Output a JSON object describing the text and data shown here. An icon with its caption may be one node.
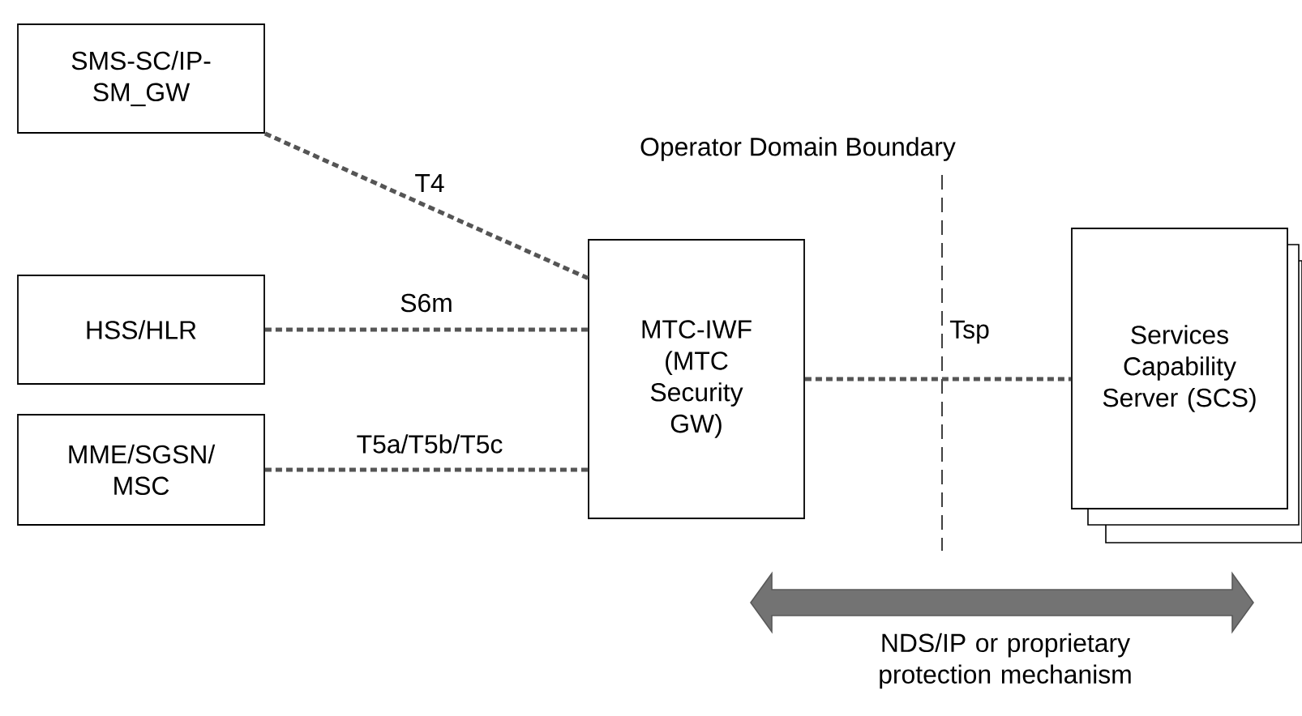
{
  "diagram": {
    "nodes": [
      {
        "text": [
          "SMS-SC/IP-SM_GW"
        ]
      },
      {
        "text": [
          "HSS/HLR"
        ]
      },
      {
        "text": [
          "MME/SGSN/ MSC"
        ]
      },
      {
        "text": [
          "MTC-IWF (MTC Security GW)"
        ]
      },
      {
        "text": [
          "Services Capability Server (SCS)"
        ]
      }
    ],
    "edges": [
      {
        "from": 0,
        "to": 3,
        "arrow": "none",
        "label": "T4"
      },
      {
        "from": 1,
        "to": 3,
        "arrow": "none",
        "label": "S6m"
      },
      {
        "from": 2,
        "to": 3,
        "arrow": "none",
        "label": "T5a/T5b/T5c"
      },
      {
        "from": 3,
        "to": 4,
        "arrow": "none",
        "label": "Tsp"
      }
    ],
    "labels": [
      "Operator Domain Boundary",
      "NDS/IP or proprietary protection mechanism"
    ]
  }
}
